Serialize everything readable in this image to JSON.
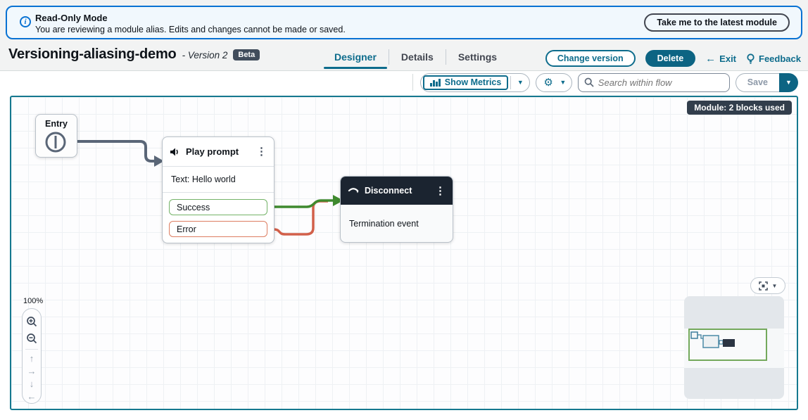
{
  "colors": {
    "accent": "#0d6c8c",
    "banner_blue": "#0972d3",
    "wire_gray": "#5a6677",
    "wire_green": "#3f8a2e",
    "wire_red": "#d2604a",
    "port_green": "#74b368",
    "port_red": "#dd7d61",
    "block_dark_header": "#1b2430",
    "module_badge_bg": "#323e4c"
  },
  "banner": {
    "title": "Read-Only Mode",
    "message": "You are reviewing a module alias. Edits and changes cannot be made or saved.",
    "action_label": "Take me to the latest module"
  },
  "header": {
    "title": "Versioning-aliasing-demo",
    "version_suffix": "- Version 2",
    "beta_label": "Beta",
    "tabs": [
      {
        "label": "Designer",
        "active": true
      },
      {
        "label": "Details",
        "active": false
      },
      {
        "label": "Settings",
        "active": false
      }
    ],
    "change_version_label": "Change version",
    "delete_label": "Delete",
    "exit_label": "Exit",
    "feedback_label": "Feedback"
  },
  "toolbar": {
    "show_metrics_label": "Show Metrics",
    "search_placeholder": "Search within flow",
    "save_label": "Save"
  },
  "canvas": {
    "module_badge": "Module: 2 blocks used",
    "zoom_level": "100%",
    "entry": {
      "title": "Entry"
    },
    "play_prompt": {
      "title": "Play prompt",
      "body": "Text: Hello world",
      "ports": [
        {
          "label": "Success"
        },
        {
          "label": "Error"
        }
      ]
    },
    "disconnect": {
      "title": "Disconnect",
      "body": "Termination event"
    }
  },
  "icons": {
    "info": "i",
    "dropdown": "▼",
    "ellipsis": "⋮",
    "gear": "⚙",
    "back_arrow": "←",
    "arrow_up": "↑",
    "arrow_right": "→",
    "arrow_down": "↓",
    "arrow_left": "←"
  }
}
